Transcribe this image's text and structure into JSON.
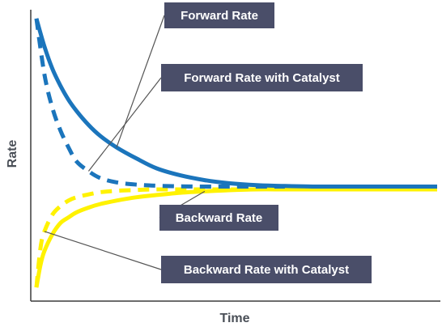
{
  "chart_data": {
    "type": "line",
    "xlabel": "Time",
    "ylabel": "Rate",
    "xlim": [
      0,
      100
    ],
    "ylim": [
      0,
      100
    ],
    "grid": false,
    "legend": "callout-labels",
    "series": [
      {
        "name": "Forward Rate",
        "style": "solid",
        "color": "#1b75bc",
        "x": [
          0,
          2,
          4,
          6,
          8,
          10,
          13,
          16,
          20,
          25,
          30,
          36,
          42,
          48,
          55,
          62,
          70,
          80,
          90,
          100
        ],
        "y": [
          98,
          88,
          80,
          74,
          69,
          65,
          60,
          56,
          52,
          48,
          44.5,
          42,
          40.3,
          39.2,
          38.5,
          38.2,
          38,
          38,
          38,
          38
        ]
      },
      {
        "name": "Forward Rate with Catalyst",
        "style": "dashed",
        "color": "#1b75bc",
        "x": [
          0,
          2,
          4,
          6,
          8,
          10,
          13,
          16,
          20,
          25,
          30,
          36,
          42,
          48,
          55,
          62
        ],
        "y": [
          98,
          78,
          66,
          58,
          52,
          47,
          43.5,
          41,
          39.5,
          38.7,
          38.3,
          38.1,
          38,
          38,
          38,
          38
        ]
      },
      {
        "name": "Backward Rate",
        "style": "solid",
        "color": "#fff200",
        "x": [
          0,
          1,
          2,
          4,
          6,
          8,
          10,
          13,
          16,
          20,
          25,
          30,
          36,
          42,
          48,
          55,
          62,
          70,
          80,
          90,
          100
        ],
        "y": [
          2,
          10,
          15,
          21,
          25,
          27,
          28.8,
          30.5,
          31.8,
          33,
          34.2,
          35,
          35.8,
          36.3,
          36.7,
          37,
          37,
          37,
          37,
          37,
          37
        ]
      },
      {
        "name": "Backward Rate with Catalyst",
        "style": "dashed",
        "color": "#fff200",
        "x": [
          0,
          1,
          2,
          4,
          6,
          8,
          10,
          13,
          16,
          20,
          25,
          30,
          36,
          42,
          48,
          55
        ],
        "y": [
          2,
          16,
          22,
          28,
          31,
          33,
          34.2,
          35.2,
          36,
          36.5,
          36.8,
          37,
          37,
          37,
          37,
          37
        ]
      }
    ]
  },
  "colors": {
    "axis": "#3c3c3c",
    "callout_bg": "#4a4e69",
    "callout_text": "#ffffff",
    "leader": "#555555",
    "axis_title": "#4a4f57"
  }
}
